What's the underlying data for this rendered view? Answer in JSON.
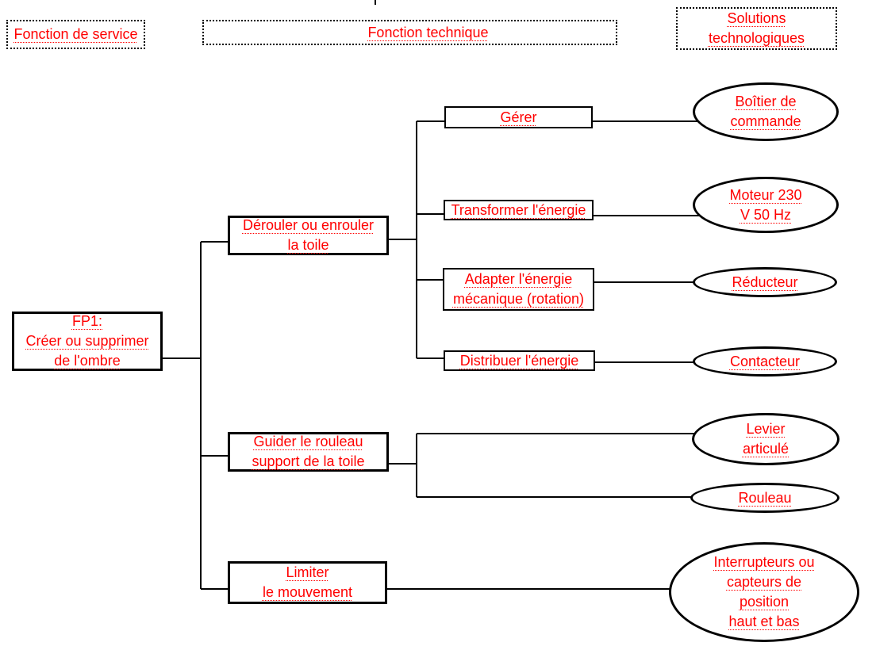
{
  "colors": {
    "text": "#ff0000",
    "line": "#000000",
    "background": "#ffffff"
  },
  "headers": {
    "service": "Fonction de service",
    "technique": "Fonction technique",
    "solutions": "Solutions\ntechnologiques"
  },
  "nodes": {
    "fp1": "FP1:\nCréer ou supprimer\nde l'ombre",
    "derouler": "Dérouler ou enrouler\nla toile",
    "guider": "Guider le rouleau\nsupport de la toile",
    "limiter": "Limiter\nle mouvement",
    "gerer": "Gérer",
    "transformer": "Transformer l'énergie",
    "adapter": "Adapter l'énergie\nmécanique (rotation)",
    "distribuer": "Distribuer l'énergie",
    "boitier": "Boîtier de\ncommande",
    "moteur": "Moteur 230\nV 50 Hz",
    "reducteur": "Réducteur",
    "contacteur": "Contacteur",
    "levier": "Levier\narticulé",
    "rouleau": "Rouleau",
    "interrupteurs": "Interrupteurs ou\ncapteurs de\nposition\nhaut et bas"
  },
  "edges": [
    {
      "from": "fp1",
      "to": "derouler"
    },
    {
      "from": "fp1",
      "to": "guider"
    },
    {
      "from": "fp1",
      "to": "limiter"
    },
    {
      "from": "derouler",
      "to": "gerer"
    },
    {
      "from": "derouler",
      "to": "transformer"
    },
    {
      "from": "derouler",
      "to": "adapter"
    },
    {
      "from": "derouler",
      "to": "distribuer"
    },
    {
      "from": "gerer",
      "to": "boitier"
    },
    {
      "from": "transformer",
      "to": "moteur"
    },
    {
      "from": "adapter",
      "to": "reducteur"
    },
    {
      "from": "distribuer",
      "to": "contacteur"
    },
    {
      "from": "guider",
      "to": "levier"
    },
    {
      "from": "guider",
      "to": "rouleau"
    },
    {
      "from": "limiter",
      "to": "interrupteurs"
    }
  ]
}
